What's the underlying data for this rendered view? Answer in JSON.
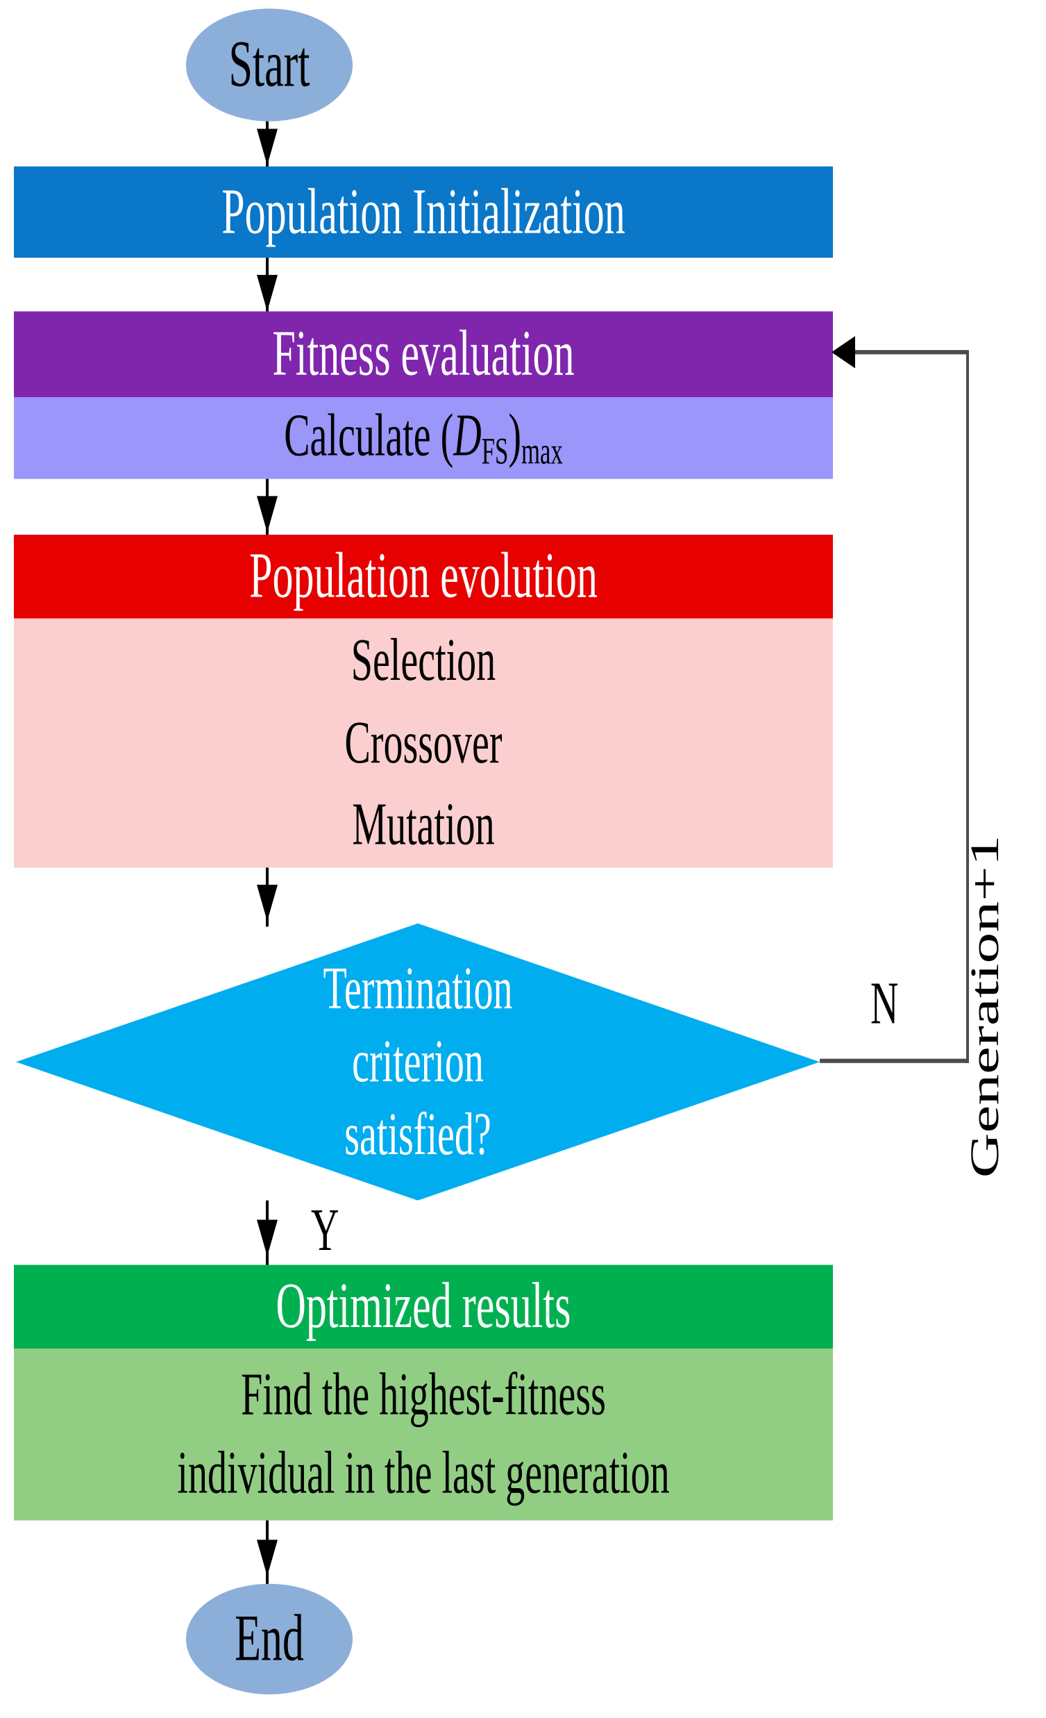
{
  "diagram": {
    "title": "Genetic algorithm optimization flowchart",
    "type": "flowchart"
  },
  "nodes": {
    "start": {
      "label": "Start",
      "shape": "ellipse",
      "color": "#8CAFD9"
    },
    "population_initialization": {
      "label": "Population Initialization",
      "shape": "process-header",
      "color": "#0B77C8"
    },
    "fitness_evaluation": {
      "label": "Fitness evaluation",
      "shape": "process-header",
      "color": "#8026AD"
    },
    "fitness_body": {
      "prefix": "Calculate (",
      "variable": "D",
      "subscript_1": "FS",
      "middle": ")",
      "subscript_2": "max",
      "plain_text": "Calculate (D_FS)_max",
      "shape": "process-body",
      "color": "#9B96FA"
    },
    "population_evolution": {
      "label": "Population evolution",
      "shape": "process-header",
      "color": "#E60000"
    },
    "evolution_body": {
      "lines": [
        "Selection",
        "Crossover",
        "Mutation"
      ],
      "shape": "process-body",
      "color": "#FBCFCF"
    },
    "termination_decision": {
      "lines": [
        "Termination",
        "criterion",
        "satisfied?"
      ],
      "shape": "diamond",
      "color": "#00ADEF"
    },
    "optimized_results": {
      "label": "Optimized results",
      "shape": "process-header",
      "color": "#00B050"
    },
    "results_body": {
      "lines": [
        "Find the highest-fitness",
        "individual in the last generation"
      ],
      "shape": "process-body",
      "color": "#91CE84"
    },
    "end": {
      "label": "End",
      "shape": "ellipse",
      "color": "#8CAFD9"
    }
  },
  "edges": {
    "no_branch_label": "N",
    "yes_branch_label": "Y",
    "loop_back_label": "Generation+1"
  }
}
